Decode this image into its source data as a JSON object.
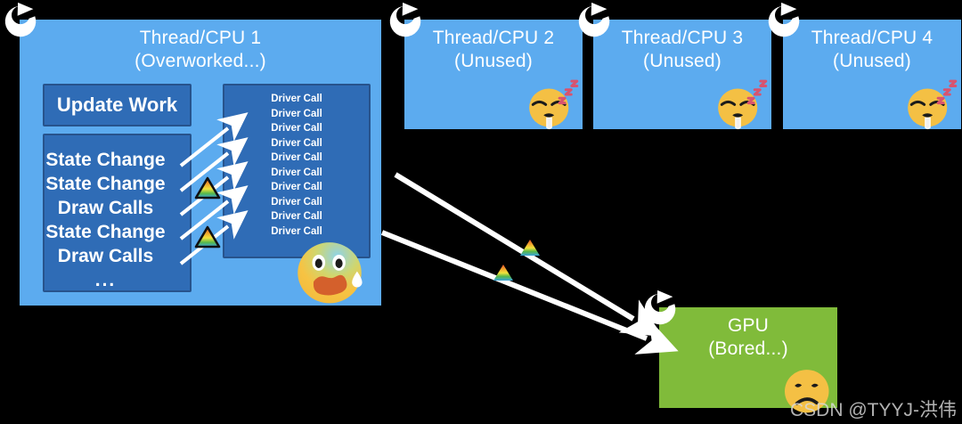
{
  "diagram": {
    "title": "Single-threaded CPU rendering bottleneck diagram",
    "colors": {
      "cpu_fill": "#5cabef",
      "cpu_inner_fill": "#2f6cb6",
      "cpu_inner_border": "#27538c",
      "gpu_fill": "#80bb3a",
      "background": "#000000",
      "arrow": "#ffffff",
      "text": "#ffffff"
    }
  },
  "cpus": [
    {
      "id": "cpu1",
      "title": "Thread/CPU 1",
      "status": "(Overworked...)",
      "icon": "loop-icon",
      "face": "anguished-face-with-sweat",
      "update_box_label": "Update Work",
      "work_items": [
        "State Change",
        "State Change",
        "Draw Calls",
        "State Change",
        "Draw Calls",
        "..."
      ],
      "driver_calls": [
        "Driver Call",
        "Driver Call",
        "Driver Call",
        "Driver Call",
        "Driver Call",
        "Driver Call",
        "Driver Call",
        "Driver Call",
        "Driver Call",
        "Driver Call"
      ]
    },
    {
      "id": "cpu2",
      "title": "Thread/CPU 2",
      "status": "(Unused)",
      "icon": "loop-icon",
      "face": "sleeping-face"
    },
    {
      "id": "cpu3",
      "title": "Thread/CPU 3",
      "status": "(Unused)",
      "icon": "loop-icon",
      "face": "sleeping-face"
    },
    {
      "id": "cpu4",
      "title": "Thread/CPU 4",
      "status": "(Unused)",
      "icon": "loop-icon",
      "face": "sleeping-face"
    }
  ],
  "gpu": {
    "id": "gpu",
    "title": "GPU",
    "status": "(Bored...)",
    "icon": "loop-icon",
    "face": "frowning-face"
  },
  "watermark": {
    "text": "CSDN @TYYJ-洪伟"
  }
}
